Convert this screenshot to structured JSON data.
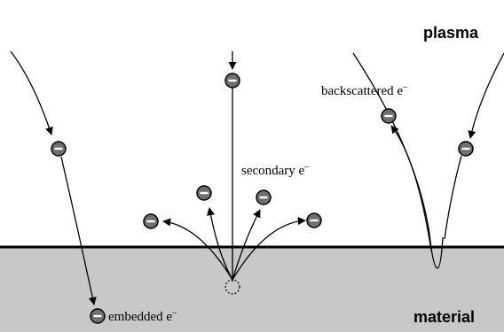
{
  "regions": {
    "plasma_label": "plasma",
    "material_label": "material",
    "colors": {
      "material_fill": "#c8c8c8",
      "surface_line": "#000000",
      "electron_fill": "#6f6f6f",
      "background": "#ffffff"
    }
  },
  "labels": {
    "backscattered": "backscattered e",
    "secondary": "secondary e",
    "embedded": "embedded e",
    "charge_superscript": "–"
  },
  "icons": {
    "electron": "electron-minus-icon",
    "hole": "dotted-electron-vacancy-icon"
  }
}
